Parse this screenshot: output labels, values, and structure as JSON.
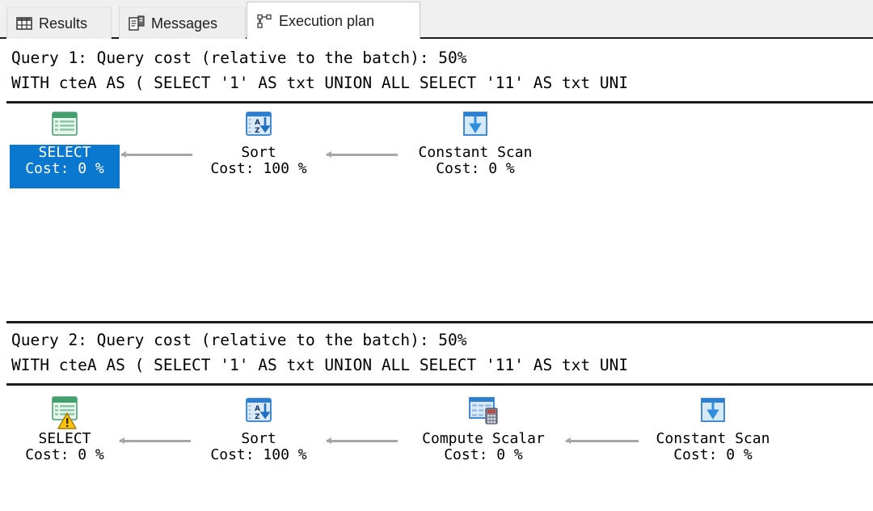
{
  "tabs": [
    {
      "id": "results",
      "label": "Results",
      "icon": "grid-icon",
      "active": false
    },
    {
      "id": "messages",
      "label": "Messages",
      "icon": "message-log-icon",
      "active": false
    },
    {
      "id": "plan",
      "label": "Execution plan",
      "icon": "plan-tree-icon",
      "active": true
    }
  ],
  "colors": {
    "selection": "#0b78d0",
    "connector": "#a6a6a6",
    "select_icon": "#68b88a",
    "sort_icon": "#2f7fd0",
    "scan_icon": "#2f7fd0",
    "warning": "#ffc40c",
    "rule": "#1c1c1c"
  },
  "plans": [
    {
      "id": "query-1",
      "header": "Query 1: Query cost (relative to the batch): 50%",
      "sql": "WITH cteA AS ( SELECT '1' AS txt UNION ALL SELECT '11' AS txt UNI",
      "nodes": [
        {
          "id": "select",
          "label": "SELECT",
          "cost": "Cost: 0 %",
          "icon": "select-result-icon",
          "selected": true,
          "warning": false
        },
        {
          "id": "sort",
          "label": "Sort",
          "cost": "Cost: 100 %",
          "icon": "sort-az-icon",
          "selected": false,
          "warning": false
        },
        {
          "id": "constant-scan",
          "label": "Constant Scan",
          "cost": "Cost: 0 %",
          "icon": "constant-scan-icon",
          "selected": false,
          "warning": false
        }
      ]
    },
    {
      "id": "query-2",
      "header": "Query 2: Query cost (relative to the batch): 50%",
      "sql": "WITH cteA AS ( SELECT '1' AS txt UNION ALL SELECT '11' AS txt UNI",
      "nodes": [
        {
          "id": "select",
          "label": "SELECT",
          "cost": "Cost: 0 %",
          "icon": "select-result-icon",
          "selected": false,
          "warning": true
        },
        {
          "id": "sort",
          "label": "Sort",
          "cost": "Cost: 100 %",
          "icon": "sort-az-icon",
          "selected": false,
          "warning": false
        },
        {
          "id": "compute-scalar",
          "label": "Compute Scalar",
          "cost": "Cost: 0 %",
          "icon": "compute-scalar-icon",
          "selected": false,
          "warning": false
        },
        {
          "id": "constant-scan",
          "label": "Constant Scan",
          "cost": "Cost: 0 %",
          "icon": "constant-scan-icon",
          "selected": false,
          "warning": false
        }
      ]
    }
  ]
}
